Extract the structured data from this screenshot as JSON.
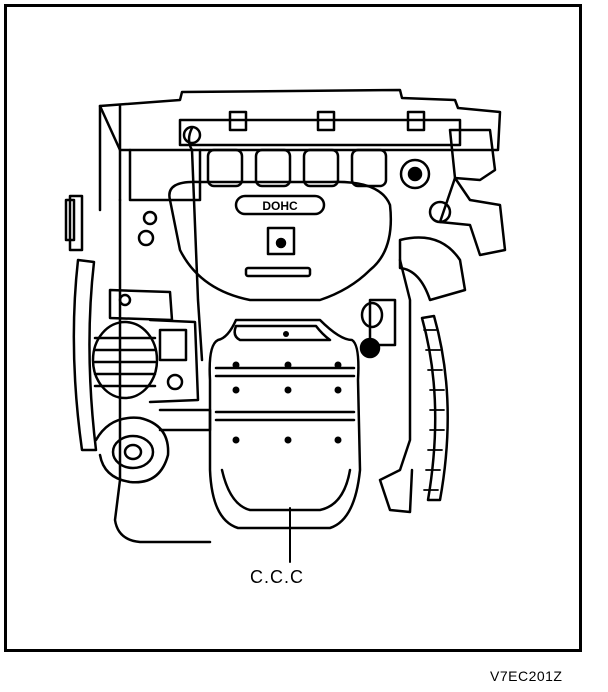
{
  "diagram": {
    "callout_label": "C.C.C",
    "figure_code": "V7EC201Z",
    "plate_text": "DOHC"
  },
  "colors": {
    "line": "#000000",
    "background": "#ffffff"
  }
}
